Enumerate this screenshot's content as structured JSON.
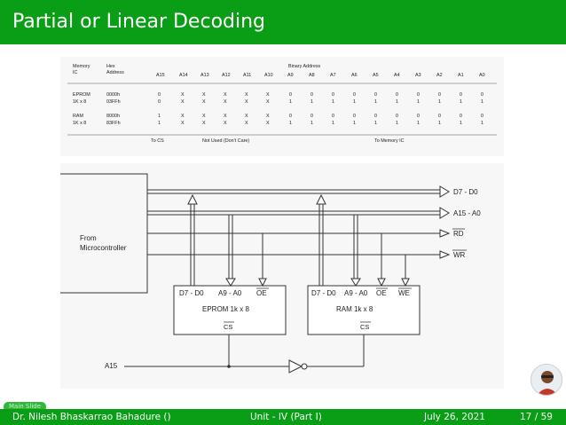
{
  "slide": {
    "title": "Partial or Linear Decoding"
  },
  "table": {
    "headers": {
      "memory_ic": [
        "Memory",
        "IC"
      ],
      "hex_address": [
        "Hex",
        "Address"
      ],
      "binary_address": "Binary Address",
      "bits": [
        "A15",
        "A14",
        "A13",
        "A12",
        "A11",
        "A10",
        "A9",
        "A8",
        "A7",
        "A6",
        "A5",
        "A4",
        "A3",
        "A2",
        "A1",
        "A0"
      ]
    },
    "rows": [
      {
        "ic": "EPROM",
        "hex": "0000h",
        "bits": [
          "0",
          "X",
          "X",
          "X",
          "X",
          "X",
          "0",
          "0",
          "0",
          "0",
          "0",
          "0",
          "0",
          "0",
          "0",
          "0"
        ]
      },
      {
        "ic": "1K x 8",
        "hex": "03FFh",
        "bits": [
          "0",
          "X",
          "X",
          "X",
          "X",
          "X",
          "1",
          "1",
          "1",
          "1",
          "1",
          "1",
          "1",
          "1",
          "1",
          "1"
        ]
      },
      {
        "ic": "RAM",
        "hex": "8000h",
        "bits": [
          "1",
          "X",
          "X",
          "X",
          "X",
          "X",
          "0",
          "0",
          "0",
          "0",
          "0",
          "0",
          "0",
          "0",
          "0",
          "0"
        ]
      },
      {
        "ic": "1K x 8",
        "hex": "83FFh",
        "bits": [
          "1",
          "X",
          "X",
          "X",
          "X",
          "X",
          "1",
          "1",
          "1",
          "1",
          "1",
          "1",
          "1",
          "1",
          "1",
          "1"
        ]
      }
    ],
    "footer": {
      "to_cs": "To CS",
      "not_used": "Not Used (Don't Care)",
      "to_memory": "To Memory IC"
    }
  },
  "circuit": {
    "bus_labels": [
      "D7 - D0",
      "A15 - A0",
      "RD",
      "WR"
    ],
    "microcontroller_label": [
      "From",
      "Microcontroller"
    ],
    "eprom": {
      "pins": [
        "D7 - D0",
        "A9 - A0",
        "OE"
      ],
      "name": "EPROM 1k x 8",
      "cs": "CS"
    },
    "ram": {
      "pins": [
        "D7 - D0",
        "A9 - A0",
        "OE",
        "WE"
      ],
      "name": "RAM 1k x 8",
      "cs": "CS"
    },
    "a15_label": "A15"
  },
  "footer": {
    "author": "Dr. Nilesh Bhaskarrao Bahadure ()",
    "unit": "Unit - IV (Part I)",
    "date": "July 26, 2021",
    "page": "17 / 59"
  },
  "main_slide_label": "Main Slide",
  "colors": {
    "accent": "#0a9d16",
    "panel": "#f7f7f7"
  }
}
